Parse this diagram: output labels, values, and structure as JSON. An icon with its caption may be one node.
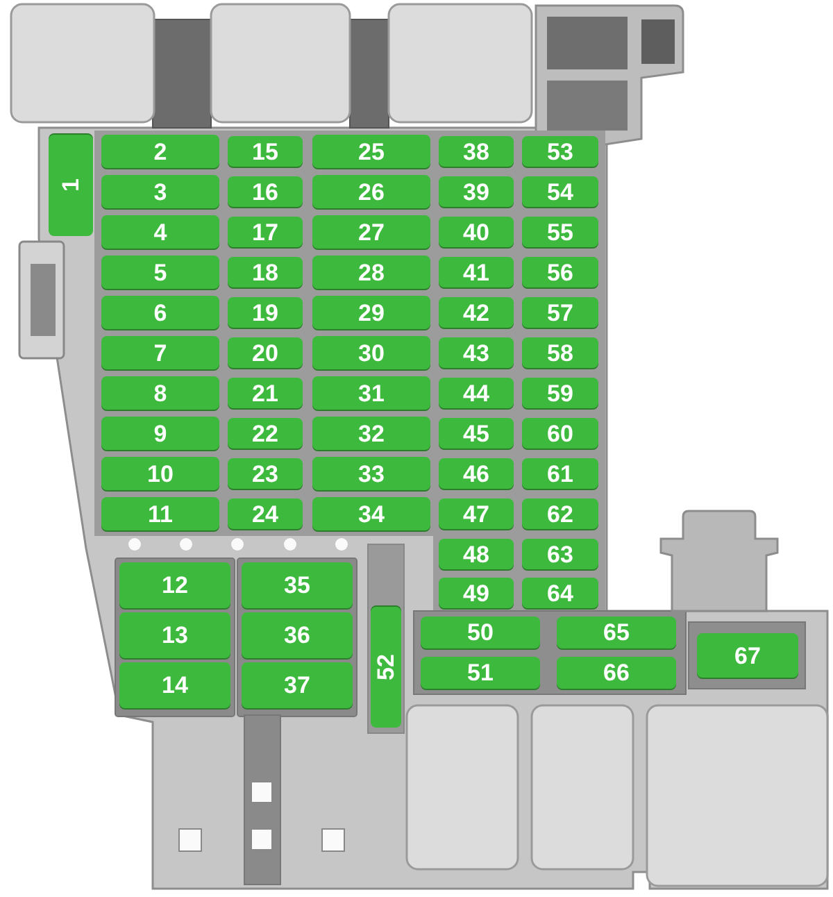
{
  "diagram": {
    "nodes": [
      {
        "text": [
          "1"
        ]
      },
      {
        "text": [
          "2"
        ]
      },
      {
        "text": [
          "3"
        ]
      },
      {
        "text": [
          "4"
        ]
      },
      {
        "text": [
          "5"
        ]
      },
      {
        "text": [
          "6"
        ]
      },
      {
        "text": [
          "7"
        ]
      },
      {
        "text": [
          "8"
        ]
      },
      {
        "text": [
          "9"
        ]
      },
      {
        "text": [
          "10"
        ]
      },
      {
        "text": [
          "11"
        ]
      },
      {
        "text": [
          "12"
        ]
      },
      {
        "text": [
          "13"
        ]
      },
      {
        "text": [
          "14"
        ]
      },
      {
        "text": [
          "15"
        ]
      },
      {
        "text": [
          "16"
        ]
      },
      {
        "text": [
          "17"
        ]
      },
      {
        "text": [
          "18"
        ]
      },
      {
        "text": [
          "19"
        ]
      },
      {
        "text": [
          "20"
        ]
      },
      {
        "text": [
          "21"
        ]
      },
      {
        "text": [
          "22"
        ]
      },
      {
        "text": [
          "23"
        ]
      },
      {
        "text": [
          "24"
        ]
      },
      {
        "text": [
          "25"
        ]
      },
      {
        "text": [
          "26"
        ]
      },
      {
        "text": [
          "27"
        ]
      },
      {
        "text": [
          "28"
        ]
      },
      {
        "text": [
          "29"
        ]
      },
      {
        "text": [
          "30"
        ]
      },
      {
        "text": [
          "31"
        ]
      },
      {
        "text": [
          "32"
        ]
      },
      {
        "text": [
          "33"
        ]
      },
      {
        "text": [
          "34"
        ]
      },
      {
        "text": [
          "35"
        ]
      },
      {
        "text": [
          "36"
        ]
      },
      {
        "text": [
          "37"
        ]
      },
      {
        "text": [
          "38"
        ]
      },
      {
        "text": [
          "39"
        ]
      },
      {
        "text": [
          "40"
        ]
      },
      {
        "text": [
          "41"
        ]
      },
      {
        "text": [
          "42"
        ]
      },
      {
        "text": [
          "43"
        ]
      },
      {
        "text": [
          "44"
        ]
      },
      {
        "text": [
          "45"
        ]
      },
      {
        "text": [
          "46"
        ]
      },
      {
        "text": [
          "47"
        ]
      },
      {
        "text": [
          "48"
        ]
      },
      {
        "text": [
          "49"
        ]
      },
      {
        "text": [
          "50"
        ]
      },
      {
        "text": [
          "51"
        ]
      },
      {
        "text": [
          "52"
        ]
      },
      {
        "text": [
          "53"
        ]
      },
      {
        "text": [
          "54"
        ]
      },
      {
        "text": [
          "55"
        ]
      },
      {
        "text": [
          "56"
        ]
      },
      {
        "text": [
          "57"
        ]
      },
      {
        "text": [
          "58"
        ]
      },
      {
        "text": [
          "59"
        ]
      },
      {
        "text": [
          "60"
        ]
      },
      {
        "text": [
          "61"
        ]
      },
      {
        "text": [
          "62"
        ]
      },
      {
        "text": [
          "63"
        ]
      },
      {
        "text": [
          "64"
        ]
      },
      {
        "text": [
          "65"
        ]
      },
      {
        "text": [
          "66"
        ]
      },
      {
        "text": [
          "67"
        ]
      }
    ]
  }
}
